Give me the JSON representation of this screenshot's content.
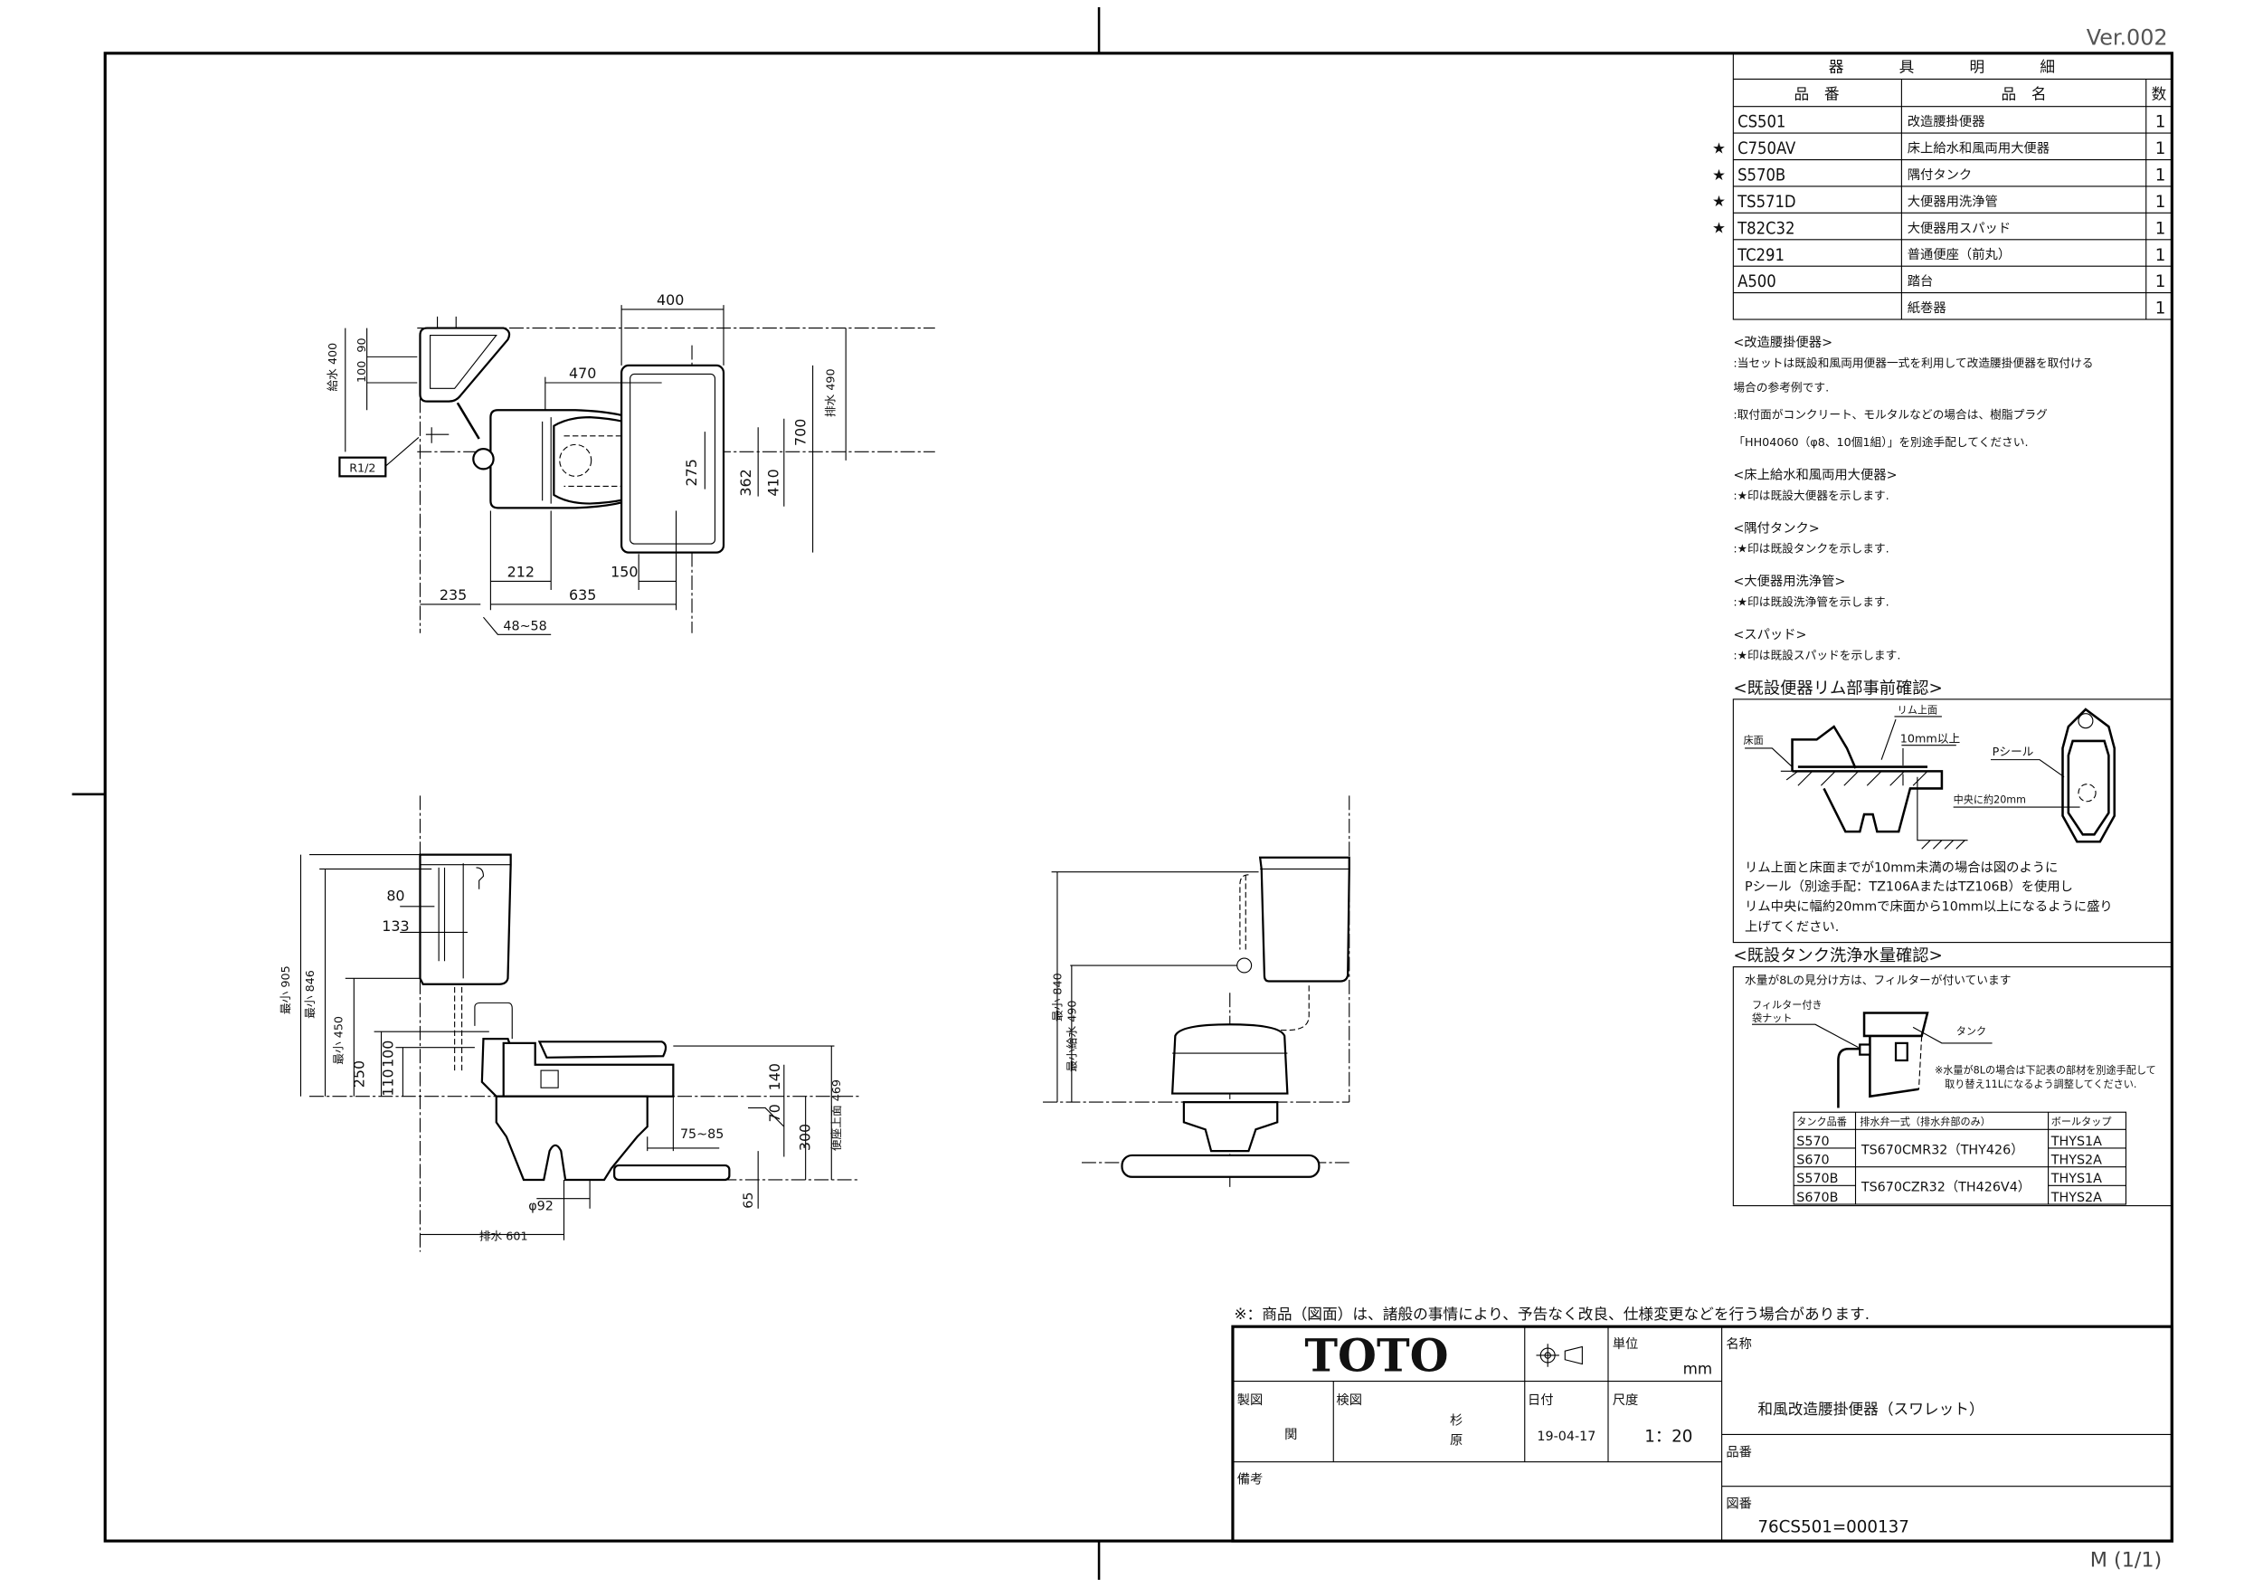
{
  "version": "Ver.002",
  "sheet": "M (1/1)",
  "parts_table": {
    "title": "器　具　明　細",
    "headers": {
      "part_no": "品　番",
      "name": "品　名",
      "qty": "数"
    },
    "star": "★",
    "rows": [
      {
        "part_no": "CS501",
        "name": "改造腰掛便器",
        "qty": "1",
        "existing": false
      },
      {
        "part_no": "C750AV",
        "name": "床上給水和風両用大便器",
        "qty": "1",
        "existing": true
      },
      {
        "part_no": "S570B",
        "name": "隅付タンク",
        "qty": "1",
        "existing": true
      },
      {
        "part_no": "TS571D",
        "name": "大便器用洗浄管",
        "qty": "1",
        "existing": true
      },
      {
        "part_no": "T82C32",
        "name": "大便器用スパッド",
        "qty": "1",
        "existing": true
      },
      {
        "part_no": "TC291",
        "name": "普通便座（前丸）",
        "qty": "1",
        "existing": false
      },
      {
        "part_no": "A500",
        "name": "踏台",
        "qty": "1",
        "existing": false
      },
      {
        "part_no": "",
        "name": "紙巻器",
        "qty": "1",
        "existing": false
      }
    ]
  },
  "notes": [
    {
      "heading": "<改造腰掛便器>",
      "lines": [
        ":当セットは既設和風両用便器一式を利用して改造腰掛便器を取付ける",
        " 場合の参考例です.",
        ":取付面がコンクリート、モルタルなどの場合は、樹脂プラグ",
        " 「HH04060（φ8、10個1組）」を別途手配してください."
      ]
    },
    {
      "heading": "<床上給水和風両用大便器>",
      "lines": [
        ":★印は既設大便器を示します."
      ]
    },
    {
      "heading": "<隅付タンク>",
      "lines": [
        ":★印は既設タンクを示します."
      ]
    },
    {
      "heading": "<大便器用洗浄管>",
      "lines": [
        ":★印は既設洗浄管を示します."
      ]
    },
    {
      "heading": "<スパッド>",
      "lines": [
        ":★印は既設スパッドを示します."
      ]
    }
  ],
  "rim_check": {
    "heading": "<既設便器リム部事前確認>",
    "labels": {
      "floor": "床面",
      "rim_top": "リム上面",
      "min10": "10mm以上",
      "pseal": "Pシール",
      "center20": "中央に約20mm"
    },
    "text": [
      "リム上面と床面までが10mm未満の場合は図のように",
      "Pシール（別途手配：TZ106AまたはTZ106B）を使用し",
      "リム中央に幅約20mmで床面から10mm以上になるように盛り",
      "上げてください."
    ]
  },
  "tank_check": {
    "heading": "<既設タンク洗浄水量確認>",
    "intro": "水量が8Lの見分け方は、フィルターが付いています",
    "labels": {
      "filter_nut_1": "フィルター付き",
      "filter_nut_2": "袋ナット",
      "tank": "タンク"
    },
    "note": [
      "※水量が8Lの場合は下記表の部材を別途手配して",
      "取り替え11Lになるよう調整してください."
    ],
    "table": {
      "headers": [
        "タンク品番",
        "排水弁一式（排水弁部のみ）",
        "ボールタップ"
      ],
      "groups": [
        {
          "tanks": [
            "S570",
            "S670"
          ],
          "valve": "TS670CMR32（THY426）",
          "taps": [
            "THYS1A",
            "THYS2A"
          ]
        },
        {
          "tanks": [
            "S570B",
            "S670B"
          ],
          "valve": "TS670CZR32（TH426V4）",
          "taps": [
            "THYS1A",
            "THYS2A"
          ]
        }
      ]
    }
  },
  "dimensions": {
    "plan": {
      "d400": "400",
      "d470": "470",
      "supply400": "給水 400",
      "d100": "100",
      "d90": "90",
      "drain490": "排水 490",
      "d700": "700",
      "d275": "275",
      "d362": "362",
      "d410": "410",
      "d212": "212",
      "d150": "150",
      "d235": "235",
      "d635": "635",
      "d48_58": "48~58",
      "r12": "R1/2"
    },
    "side": {
      "d80": "80",
      "d133": "133",
      "min905": "最小 905",
      "min846": "最小 846",
      "min450": "最小 450",
      "d250": "250",
      "d110": "110",
      "d100": "100",
      "d70": "70",
      "d140": "140",
      "d300": "300",
      "seat469": "便座上面 469",
      "d75_85": "75~85",
      "phi92": "φ92",
      "d65": "65",
      "drain601": "排水 601"
    },
    "front": {
      "min840": "最小 840",
      "minsupply490": "最小給水 490"
    }
  },
  "disclaimer": "※：商品（図面）は、諸般の事情により、予告なく改良、仕様変更などを行う場合があります.",
  "title_block": {
    "logo": "TOTO",
    "unit_label": "単位",
    "unit": "mm",
    "name_label": "名称",
    "name": "和風改造腰掛便器（スワレット）",
    "drawn_label": "製図",
    "drawn_by": "関",
    "checked_label": "検図",
    "checked_by_1": "杉",
    "checked_by_2": "原",
    "date_label": "日付",
    "date": "19-04-17",
    "scale_label": "尺度",
    "scale": "1：20",
    "product_no_label": "品番",
    "remarks_label": "備考",
    "drawing_no_label": "図番",
    "drawing_no": "76CS501=000137"
  }
}
